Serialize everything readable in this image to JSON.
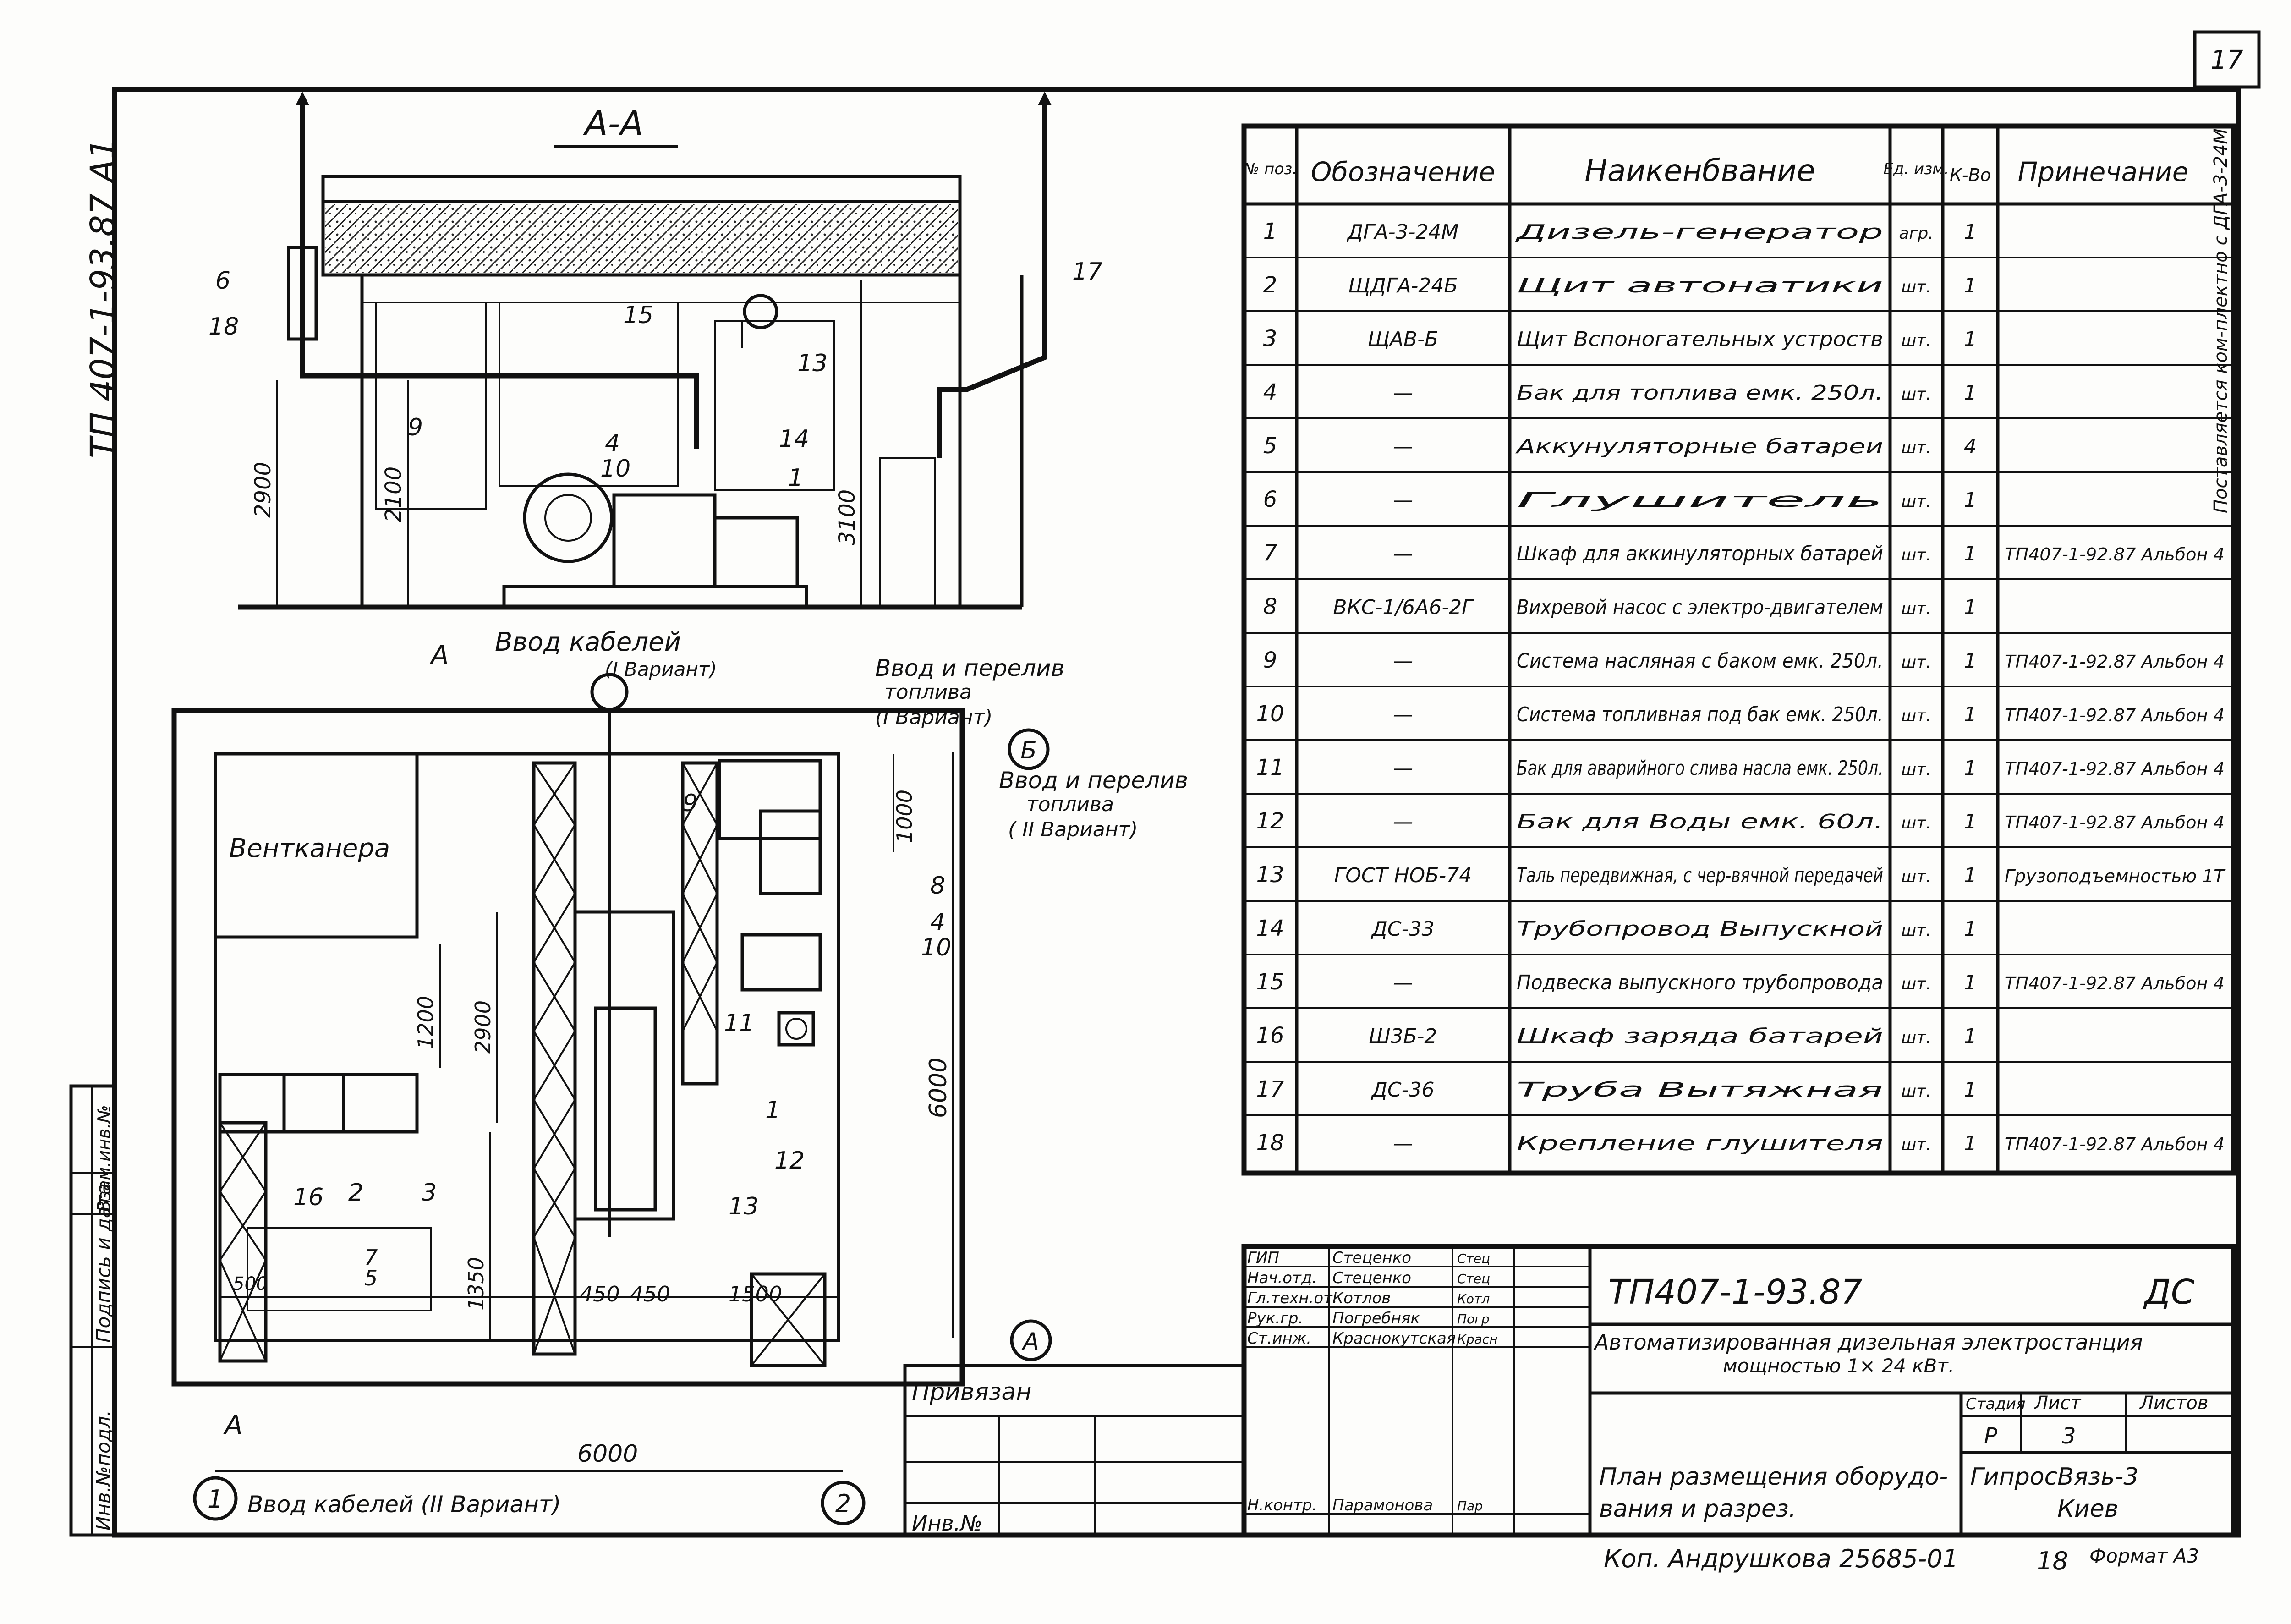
{
  "page_number": "17",
  "side_code": "ТП 407-1-93.87 А1",
  "section": {
    "title": "А-А",
    "callouts": [
      "6",
      "18",
      "9",
      "15",
      "4",
      "10",
      "13",
      "14",
      "1",
      "17"
    ],
    "dims": [
      "2900",
      "2100",
      "3100"
    ]
  },
  "plan": {
    "cable_entry_1": "Ввод кабелей",
    "cable_entry_1_variant": "(I Вариант)",
    "fuel_entry_1": "Ввод и перелив",
    "fuel_entry_1_line2": "топлива",
    "fuel_entry_1_variant": "(I Вариант)",
    "fuel_entry_2": "Ввод и перелив",
    "fuel_entry_2_line2": "топлива",
    "fuel_entry_2_variant": "( II Вариант)",
    "room_label": "Вентканера",
    "cable_entry_2": "Ввод кабелей (II Вариант)",
    "section_mark": "А",
    "axis_a": "А",
    "axis_b": "Б",
    "axis_1": "1",
    "axis_2": "2",
    "callouts": [
      "9",
      "8",
      "4",
      "10",
      "11",
      "1",
      "12",
      "13",
      "16",
      "2",
      "3",
      "7",
      "5"
    ],
    "dims": [
      "1000",
      "6000",
      "1200",
      "2900",
      "1350",
      "500",
      "450",
      "450",
      "1500",
      "6000"
    ]
  },
  "spec": {
    "headers": {
      "pos": "№ поз.",
      "designation": "Обозначение",
      "name": "Наикенбвание",
      "unit": "Ед. изм.",
      "qty": "К-Во",
      "note": "Принечание"
    },
    "rows": [
      {
        "pos": "1",
        "designation": "ДГА-3-24М",
        "name": "Дизель-генератор",
        "unit": "агр.",
        "qty": "1",
        "note": ""
      },
      {
        "pos": "2",
        "designation": "ЩДГА-24Б",
        "name": "Щит автонатики",
        "unit": "шт.",
        "qty": "1",
        "note": ""
      },
      {
        "pos": "3",
        "designation": "ЩАВ-Б",
        "name": "Щит Вспоногательных устроств",
        "unit": "шт.",
        "qty": "1",
        "note": ""
      },
      {
        "pos": "4",
        "designation": "—",
        "name": "Бак для топлива емк. 250л.",
        "unit": "шт.",
        "qty": "1",
        "note": ""
      },
      {
        "pos": "5",
        "designation": "—",
        "name": "Аккунуляторные батареи",
        "unit": "шт.",
        "qty": "4",
        "note": ""
      },
      {
        "pos": "6",
        "designation": "—",
        "name": "Глушитель",
        "unit": "шт.",
        "qty": "1",
        "note": ""
      },
      {
        "pos": "7",
        "designation": "—",
        "name": "Шкаф для аккинуляторных батарей",
        "unit": "шт.",
        "qty": "1",
        "note": "ТП407-1-92.87 Альбон 4"
      },
      {
        "pos": "8",
        "designation": "ВКС-1/6А6-2Г",
        "name": "Вихревой насос с электро-двигателем",
        "unit": "шт.",
        "qty": "1",
        "note": ""
      },
      {
        "pos": "9",
        "designation": "—",
        "name": "Система насляная с баком емк. 250л.",
        "unit": "шт.",
        "qty": "1",
        "note": "ТП407-1-92.87 Альбон 4"
      },
      {
        "pos": "10",
        "designation": "—",
        "name": "Система топливная под бак емк. 250л.",
        "unit": "шт.",
        "qty": "1",
        "note": "ТП407-1-92.87 Альбон 4"
      },
      {
        "pos": "11",
        "designation": "—",
        "name": "Бак для аварийного слива насла емк. 250л.",
        "unit": "шт.",
        "qty": "1",
        "note": "ТП407-1-92.87 Альбон 4"
      },
      {
        "pos": "12",
        "designation": "—",
        "name": "Бак для Воды емк. 60л.",
        "unit": "шт.",
        "qty": "1",
        "note": "ТП407-1-92.87 Альбон 4"
      },
      {
        "pos": "13",
        "designation": "ГОСТ НОБ-74",
        "name": "Таль передвижная, с чер-вячной передачей",
        "unit": "шт.",
        "qty": "1",
        "note": "Грузоподъемностью 1Т"
      },
      {
        "pos": "14",
        "designation": "ДС-33",
        "name": "Трубопровод Выпускной",
        "unit": "шт.",
        "qty": "1",
        "note": ""
      },
      {
        "pos": "15",
        "designation": "—",
        "name": "Подвеска выпускного трубопровода",
        "unit": "шт.",
        "qty": "1",
        "note": "ТП407-1-92.87 Альбон 4"
      },
      {
        "pos": "16",
        "designation": "Ш3Б-2",
        "name": "Шкаф заряда батарей",
        "unit": "шт.",
        "qty": "1",
        "note": ""
      },
      {
        "pos": "17",
        "designation": "ДС-36",
        "name": "Труба Вытяжная",
        "unit": "шт.",
        "qty": "1",
        "note": ""
      },
      {
        "pos": "18",
        "designation": "—",
        "name": "Крепление глушителя",
        "unit": "шт.",
        "qty": "1",
        "note": "ТП407-1-92.87 Альбон 4"
      }
    ],
    "side_note": "Поставляется ком-плектно с ДГА-3-24М"
  },
  "title_block": {
    "code": "ТП407-1-93.87",
    "mark": "ДС",
    "project": "Автоматизированная дизельная электростанция",
    "project_line2": "мощностью 1× 24 кВт.",
    "sheet_title": "План размещения оборудо-",
    "sheet_title_line2": "вания и разрез.",
    "org": "ГипросВязь-3",
    "city": "Киев",
    "stage_label": "Стадия",
    "sheet_label": "Лист",
    "sheets_label": "Листов",
    "stage": "Р",
    "sheet": "3",
    "roles": [
      {
        "role": "ГИП",
        "name": "Стеценко",
        "sig": "Стец"
      },
      {
        "role": "Нач.отд.",
        "name": "Стеценко",
        "sig": "Стец"
      },
      {
        "role": "Гл.техн.от.",
        "name": "Котлов",
        "sig": "Котл"
      },
      {
        "role": "Рук.гр.",
        "name": "Погребняк",
        "sig": "Погр"
      },
      {
        "role": "Ст.инж.",
        "name": "Краснокутская",
        "sig": "Красн"
      },
      {
        "role": "Н.контр.",
        "name": "Парамонова",
        "sig": "Пар"
      }
    ],
    "bound_label": "Привязан",
    "inv_label": "Инв.№",
    "left_strip": [
      "Инв.№подл.",
      "Подпись и дата",
      "Взам.инв.№"
    ],
    "copy_line": "Коп. Андрушкова 25685-01",
    "copy_num": "18",
    "format": "Формат А3"
  }
}
